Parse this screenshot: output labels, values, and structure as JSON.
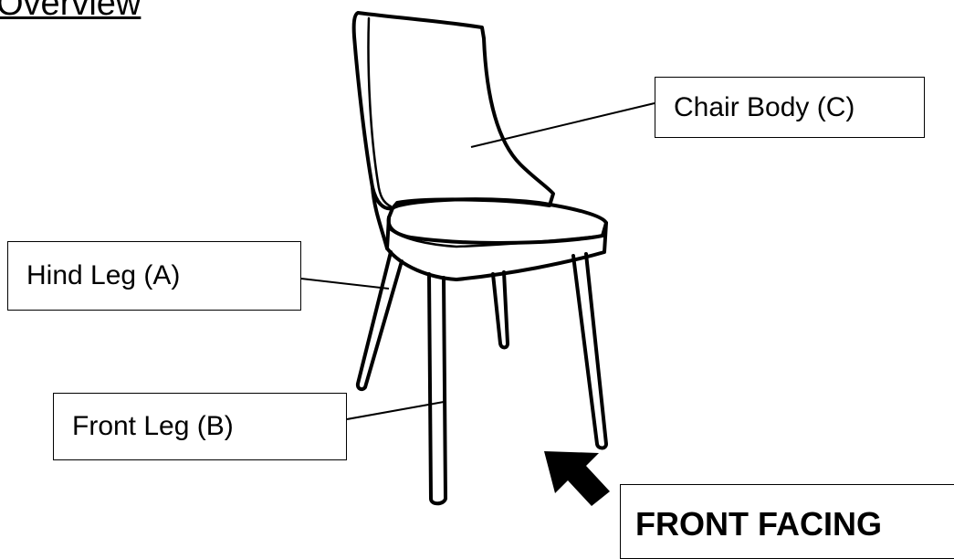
{
  "title": "Overview",
  "labels": {
    "chair_body": "Chair Body (C)",
    "hind_leg": "Hind Leg (A)",
    "front_leg": "Front Leg (B)",
    "front_facing": "FRONT FACING"
  },
  "colors": {
    "line": "#000000",
    "background": "#ffffff"
  }
}
